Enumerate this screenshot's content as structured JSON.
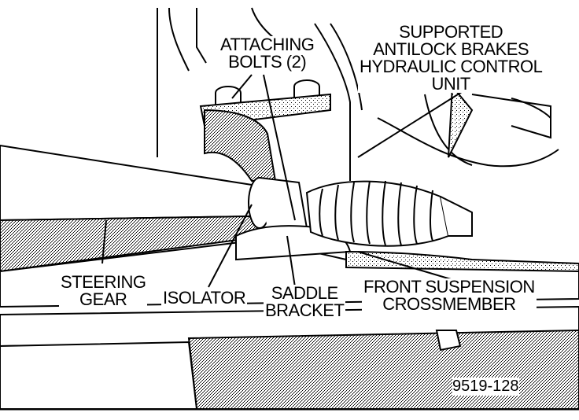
{
  "labels": {
    "attaching_bolts_line1": "ATTACHING",
    "attaching_bolts_line2": "BOLTS (2)",
    "hcu_line1": "SUPPORTED",
    "hcu_line2": "ANTILOCK BRAKES",
    "hcu_line3": "HYDRAULIC CONTROL",
    "hcu_line4": "UNIT",
    "steering_gear_line1": "STEERING",
    "steering_gear_line2": "GEAR",
    "isolator": "ISOLATOR",
    "saddle_bracket_line1": "SADDLE",
    "saddle_bracket_line2": "BRACKET",
    "crossmember_line1": "FRONT SUSPENSION",
    "crossmember_line2": "CROSSMEMBER"
  },
  "figure_id": "9519-128"
}
